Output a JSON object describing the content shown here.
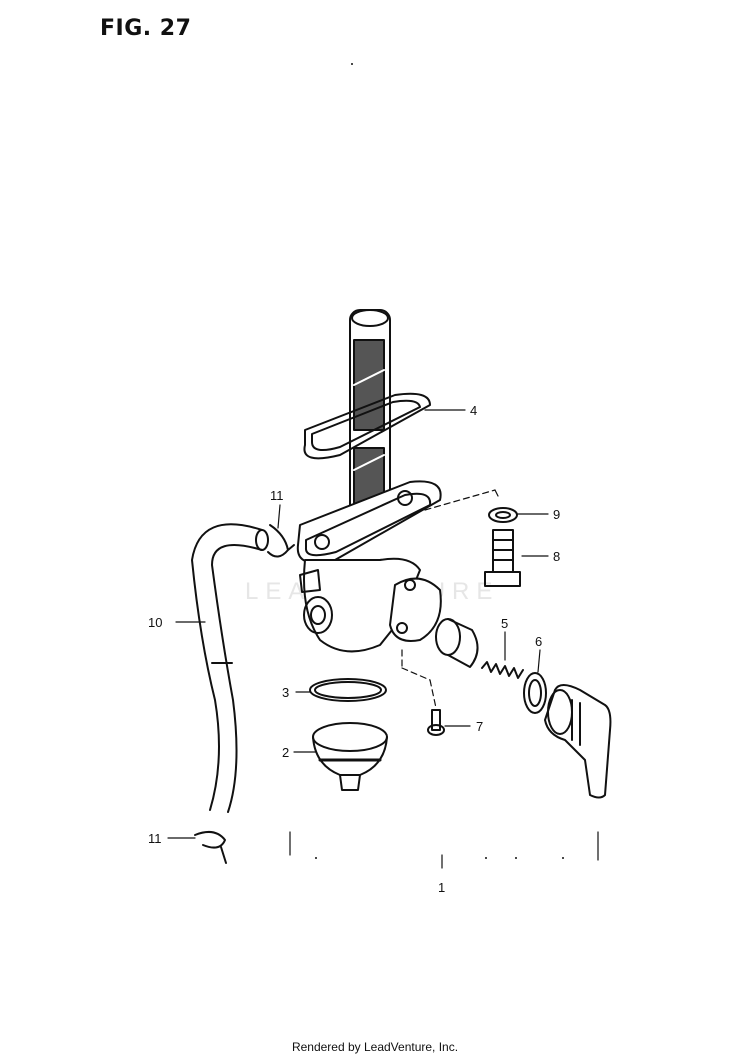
{
  "figure": {
    "title": "FIG. 27"
  },
  "watermark": "LEADVENTURE",
  "callouts": [
    {
      "id": "c1",
      "text": "1"
    },
    {
      "id": "c2",
      "text": "2"
    },
    {
      "id": "c3",
      "text": "3"
    },
    {
      "id": "c4",
      "text": "4"
    },
    {
      "id": "c5",
      "text": "5"
    },
    {
      "id": "c6",
      "text": "6"
    },
    {
      "id": "c7",
      "text": "7"
    },
    {
      "id": "c8",
      "text": "8"
    },
    {
      "id": "c9",
      "text": "9"
    },
    {
      "id": "c10",
      "text": "10"
    },
    {
      "id": "c11a",
      "text": "11"
    },
    {
      "id": "c11b",
      "text": "11"
    }
  ],
  "footer": {
    "text": "Rendered by LeadVenture, Inc."
  }
}
